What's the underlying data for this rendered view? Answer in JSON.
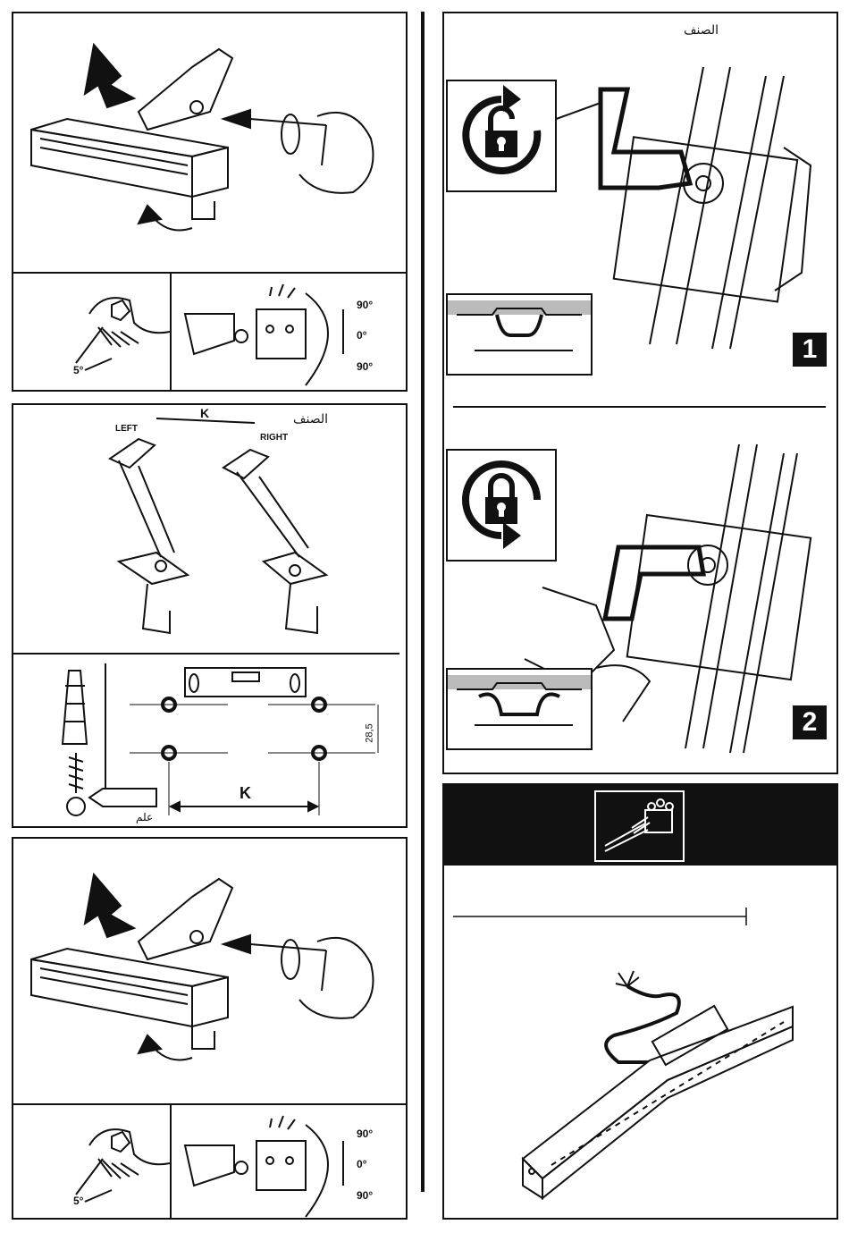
{
  "panel1": {
    "angles": {
      "top": "90°",
      "mid": "0°",
      "bottom": "90°",
      "tilt": "5°"
    }
  },
  "panel2": {
    "arabic_label": "الصنف",
    "dimension_label": "K",
    "left_label": "LEFT",
    "right_label": "RIGHT",
    "spacing_value": "28,5",
    "bottom_k_label": "K",
    "mark_label": "علم"
  },
  "panel3": {
    "angles": {
      "top": "90°",
      "mid": "0°",
      "bottom": "90°",
      "tilt": "5°"
    }
  },
  "panel4": {
    "arabic_label": "الصنف",
    "step1_number": "1",
    "step2_number": "2",
    "unlock_icon": "unlock-rotate-icon",
    "lock_icon": "lock-rotate-icon"
  },
  "panel5": {
    "header_icon": "terminal-block-wiring-icon"
  },
  "colors": {
    "ink": "#111111",
    "paper": "#ffffff"
  }
}
